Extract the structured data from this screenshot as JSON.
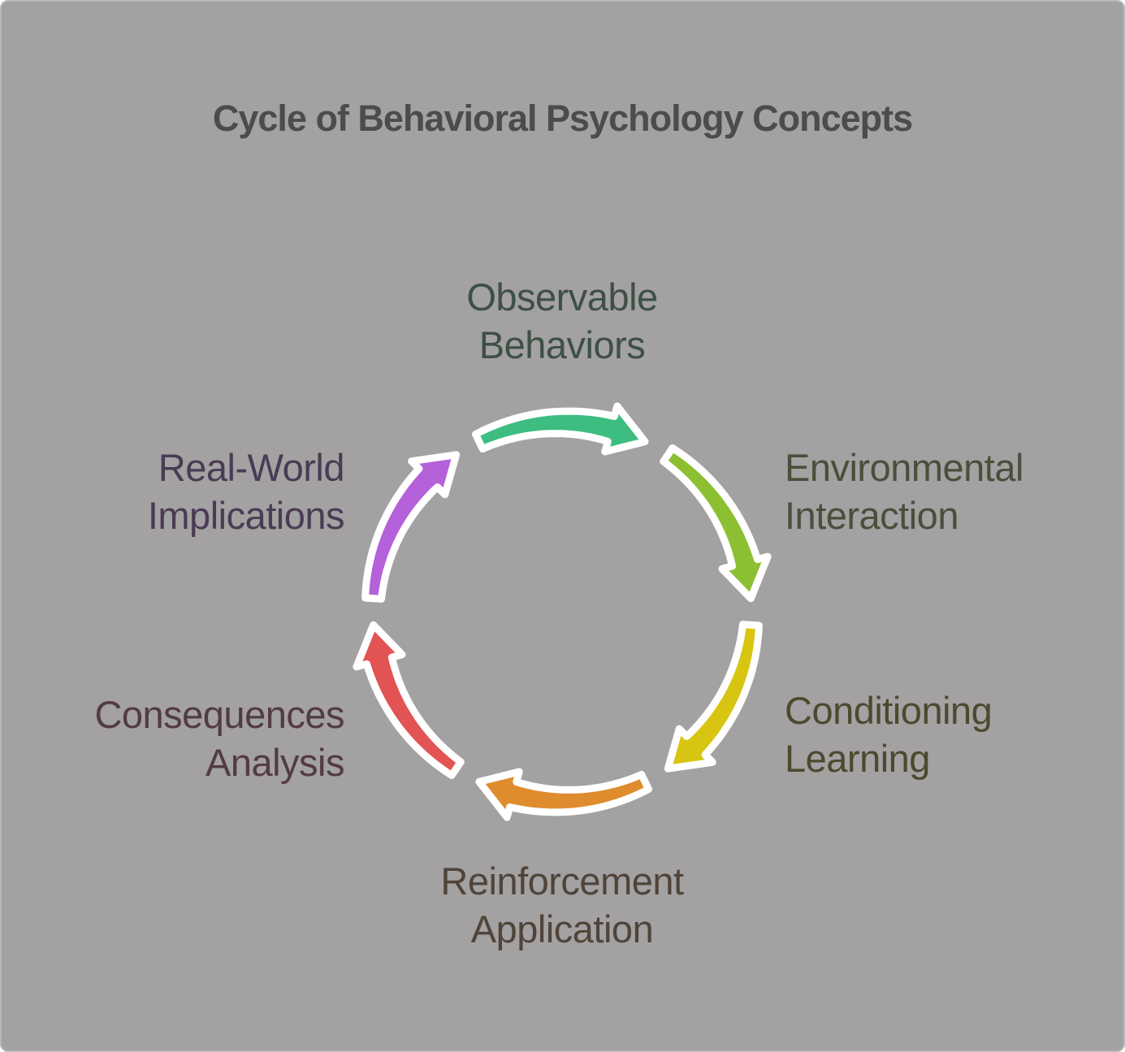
{
  "title": "Cycle of Behavioral Psychology Concepts",
  "title_color": "#4c4c4c",
  "colors": {
    "background": "#a3a1a1",
    "border": "#b9b7b7",
    "arrow_outline": "#ffffff"
  },
  "nodes": [
    {
      "id": "observable-behaviors",
      "line1": "Observable",
      "line2": "Behaviors",
      "text_color": "#3e5046",
      "position": "top"
    },
    {
      "id": "environmental-interaction",
      "line1": "Environmental",
      "line2": "Interaction",
      "text_color": "#48503b",
      "position": "upper-right"
    },
    {
      "id": "conditioning-learning",
      "line1": "Conditioning",
      "line2": "Learning",
      "text_color": "#4c4930",
      "position": "lower-right"
    },
    {
      "id": "reinforcement-application",
      "line1": "Reinforcement",
      "line2": "Application",
      "text_color": "#50443a",
      "position": "bottom"
    },
    {
      "id": "consequences-analysis",
      "line1": "Consequences",
      "line2": "Analysis",
      "text_color": "#523b41",
      "position": "lower-left"
    },
    {
      "id": "real-world-implications",
      "line1": "Real-World",
      "line2": "Implications",
      "text_color": "#4a3b55",
      "position": "upper-left"
    }
  ],
  "arrows": [
    {
      "name": "arrow-observable-behaviors",
      "color": "#3ebd81",
      "mid_deg": -90,
      "direction": "clockwise"
    },
    {
      "name": "arrow-environmental-interaction",
      "color": "#8cc032",
      "mid_deg": -30,
      "direction": "clockwise"
    },
    {
      "name": "arrow-conditioning-learning",
      "color": "#d7c511",
      "mid_deg": 30,
      "direction": "clockwise"
    },
    {
      "name": "arrow-reinforcement-application",
      "color": "#df8c2f",
      "mid_deg": 90,
      "direction": "clockwise"
    },
    {
      "name": "arrow-consequences-analysis",
      "color": "#e25454",
      "mid_deg": 150,
      "direction": "clockwise"
    },
    {
      "name": "arrow-real-world-implications",
      "color": "#b561da",
      "mid_deg": 210,
      "direction": "clockwise"
    }
  ]
}
